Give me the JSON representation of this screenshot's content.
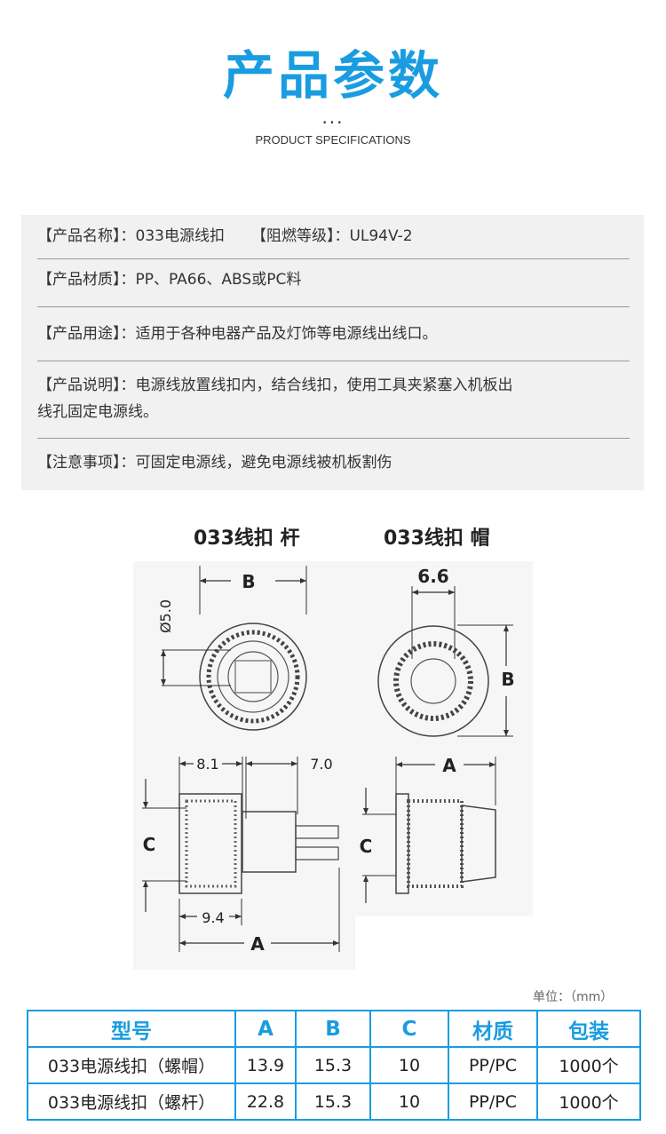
{
  "header": {
    "title": "产品参数",
    "dots": "...",
    "subtitle": "PRODUCT SPECIFICATIONS"
  },
  "specs": {
    "name_label": "【产品名称】：",
    "name_value": "033电源线扣",
    "flame_label": "【阻燃等级】：",
    "flame_value": "UL94V-2",
    "material_label": "【产品材质】：",
    "material_value": "PP、PA66、ABS或PC料",
    "usage_label": "【产品用途】：",
    "usage_value": "适用于各种电器产品及灯饰等电源线出线口。",
    "desc_label": "【产品说明】：",
    "desc_value_line1": "电源线放置线扣内，结合线扣，使用工具夹紧塞入机板出",
    "desc_value_line2": "线孔固定电源线。",
    "note_label": "【注意事项】：",
    "note_value": "可固定电源线，避免电源线被机板割伤"
  },
  "diagrams": {
    "left_title": "033线扣 杆",
    "right_title": "033线扣 帽",
    "left_labels": {
      "b": "B",
      "dia": "Ø5.0",
      "d1": "8.1",
      "d2": "7.0",
      "c": "C",
      "d3": "9.4",
      "a": "A"
    },
    "right_labels": {
      "top": "6.6",
      "b": "B",
      "a": "A",
      "c": "C"
    }
  },
  "table": {
    "unit": "单位：（mm）",
    "headers": [
      "型号",
      "A",
      "B",
      "C",
      "材质",
      "包装"
    ],
    "rows": [
      [
        "033电源线扣（螺帽）",
        "13.9",
        "15.3",
        "10",
        "PP/PC",
        "1000个"
      ],
      [
        "033电源线扣（螺杆）",
        "22.8",
        "15.3",
        "10",
        "PP/PC",
        "1000个"
      ]
    ]
  }
}
